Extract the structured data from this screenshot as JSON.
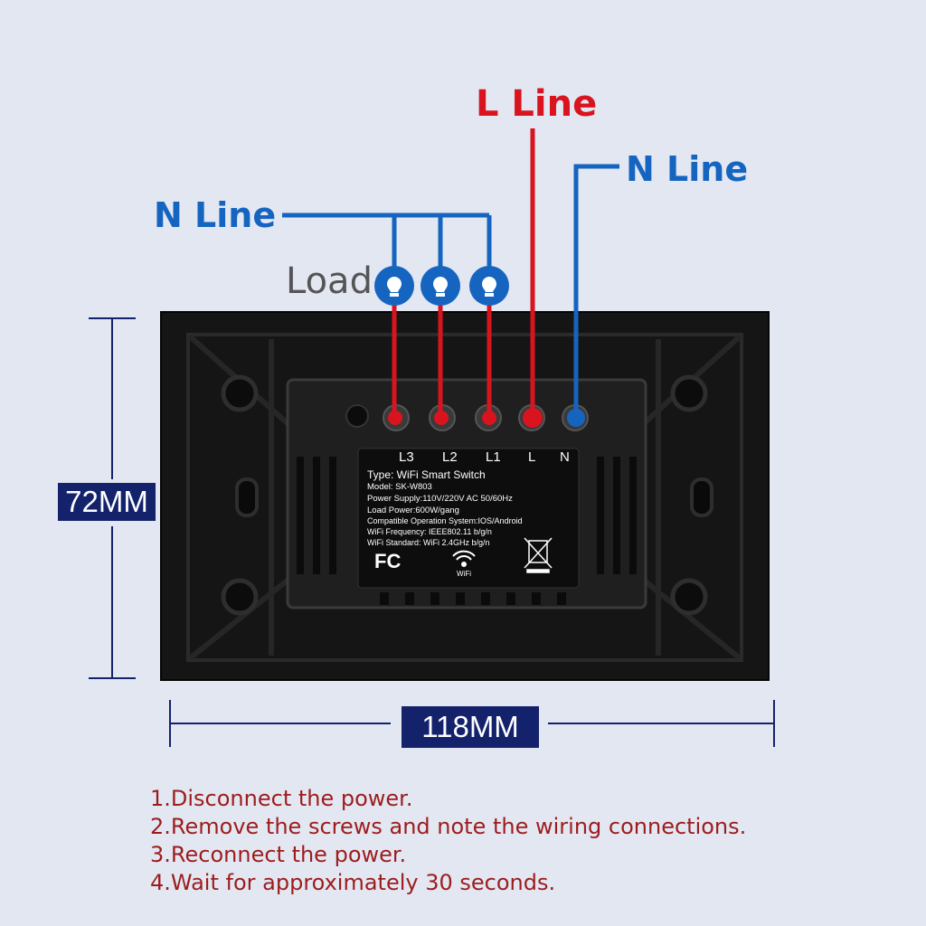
{
  "labels": {
    "l_line": "L Line",
    "n_line_top": "N Line",
    "n_line_left": "N Line",
    "load": "Load"
  },
  "dimensions": {
    "height": "72MM",
    "width": "118MM"
  },
  "terminals": [
    "L3",
    "L2",
    "L1",
    "L",
    "N"
  ],
  "device_label": {
    "type": "Type: WiFi Smart Switch",
    "model": "Model: SK-W803",
    "power_supply": "Power Supply:110V/220V AC  50/60Hz",
    "load_power": "Load Power:600W/gang",
    "compatible": "Compatible Operation System:IOS/Android",
    "wifi_frequency": "WiFi Frequency: IEEE802.11 b/g/n",
    "wifi_standard": "WiFi Standard: WiFi 2.4GHz b/g/n",
    "fcc": "FC",
    "wifi_logo": "WiFi"
  },
  "steps": [
    "1.Disconnect the power.",
    "2.Remove the screws and note the wiring connections.",
    "3.Reconnect the power.",
    "4.Wait for approximately 30 seconds."
  ],
  "colors": {
    "l_wire": "#d9141f",
    "n_wire": "#1565c0",
    "dimension": "#13226b",
    "steps_text": "#9c1d1d"
  },
  "icons": [
    "bulb-icon",
    "fcc-logo",
    "wifi-icon",
    "weee-bin-icon"
  ]
}
